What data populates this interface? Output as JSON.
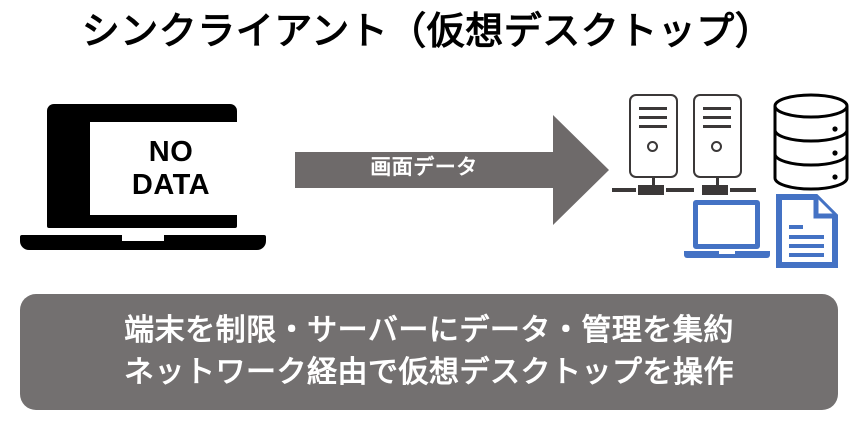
{
  "title": "シンクライアント（仮想デスクトップ）",
  "client": {
    "name": "client-laptop",
    "screen_lines": [
      "NO",
      "DATA"
    ]
  },
  "flow": {
    "arrow_label": "画面データ",
    "arrow_color": "#6e6a6a",
    "arrow_label_color": "#ffffff"
  },
  "server_side": {
    "servers": [
      {
        "name": "server-tower-1"
      },
      {
        "name": "server-tower-2"
      }
    ],
    "database": {
      "name": "database-icon",
      "tiers": 3
    },
    "virtual_desktop": {
      "name": "vm-laptop-icon"
    },
    "data_file": {
      "name": "document-icon"
    },
    "icon_color": "#3b3838",
    "accent_color": "#4472c4"
  },
  "summary": {
    "lines": [
      "端末を制限・サーバーにデータ・管理を集約",
      "ネットワーク経由で仮想デスクトップを操作"
    ],
    "background_color": "#737070",
    "text_color": "#ffffff"
  }
}
